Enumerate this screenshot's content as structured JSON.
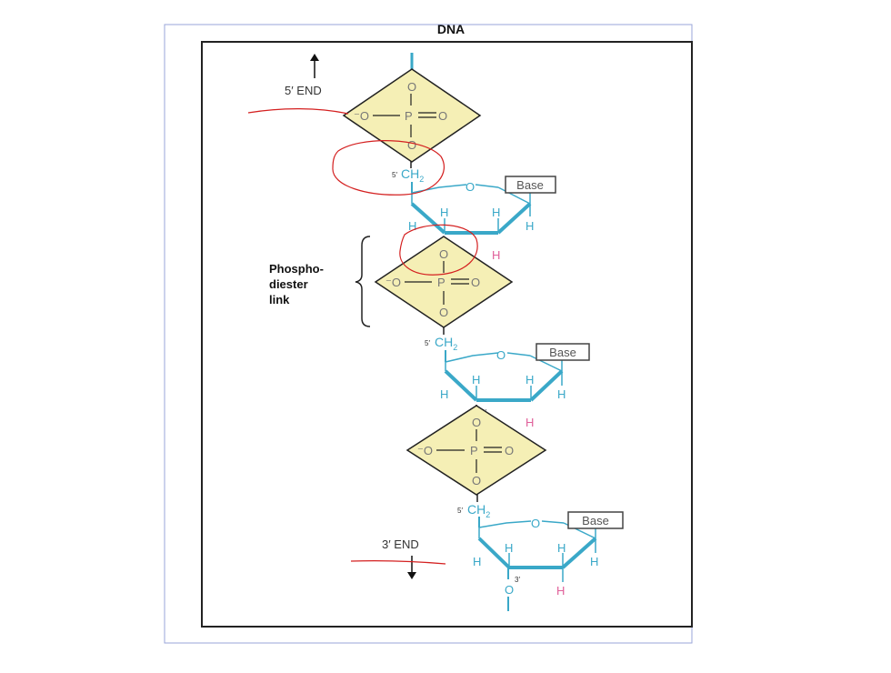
{
  "title": "DNA",
  "end_labels": {
    "five_prime": "5′ END",
    "three_prime": "3′ END"
  },
  "linkage_label": [
    "Phospho-",
    "diester",
    "link"
  ],
  "phosphate": {
    "o_minus": "⁻O",
    "p": "P",
    "o": "O"
  },
  "sugar": {
    "ch": "CH",
    "sub": "2",
    "five": "5′",
    "three": "3′",
    "ring_o": "O",
    "h": "H",
    "base": "Base"
  },
  "colors": {
    "backbone": "#3aa8c8",
    "phosphate_fill": "#f5efb5",
    "hydrogen_pink": "#e0609a",
    "annotation_red": "#d42020",
    "border": "#222222",
    "outer_frame": "#9aa6d8"
  }
}
